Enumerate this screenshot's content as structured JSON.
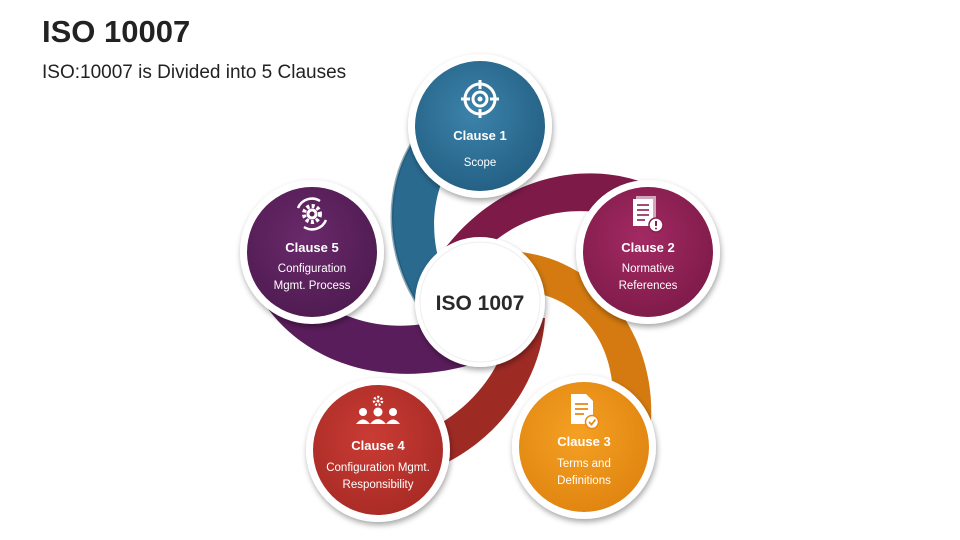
{
  "header": {
    "title": "ISO 10007",
    "subtitle": "ISO:10007 is Divided into 5 Clauses"
  },
  "center": {
    "label": "ISO 1007"
  },
  "clauses": [
    {
      "title": "Clause 1",
      "lines": [
        "Scope"
      ],
      "icon": "target-icon",
      "color": "#2a6a8f"
    },
    {
      "title": "Clause 2",
      "lines": [
        "Normative",
        "References"
      ],
      "icon": "documents-icon",
      "color": "#8c1f52"
    },
    {
      "title": "Clause 3",
      "lines": [
        "Terms and",
        "Definitions"
      ],
      "icon": "document-check-icon",
      "color": "#e68a16"
    },
    {
      "title": "Clause 4",
      "lines": [
        "Configuration Mgmt.",
        "Responsibility"
      ],
      "icon": "team-gear-icon",
      "color": "#b5312b"
    },
    {
      "title": "Clause 5",
      "lines": [
        "Configuration",
        "Mgmt. Process"
      ],
      "icon": "gear-icon",
      "color": "#5b1f5c"
    }
  ]
}
